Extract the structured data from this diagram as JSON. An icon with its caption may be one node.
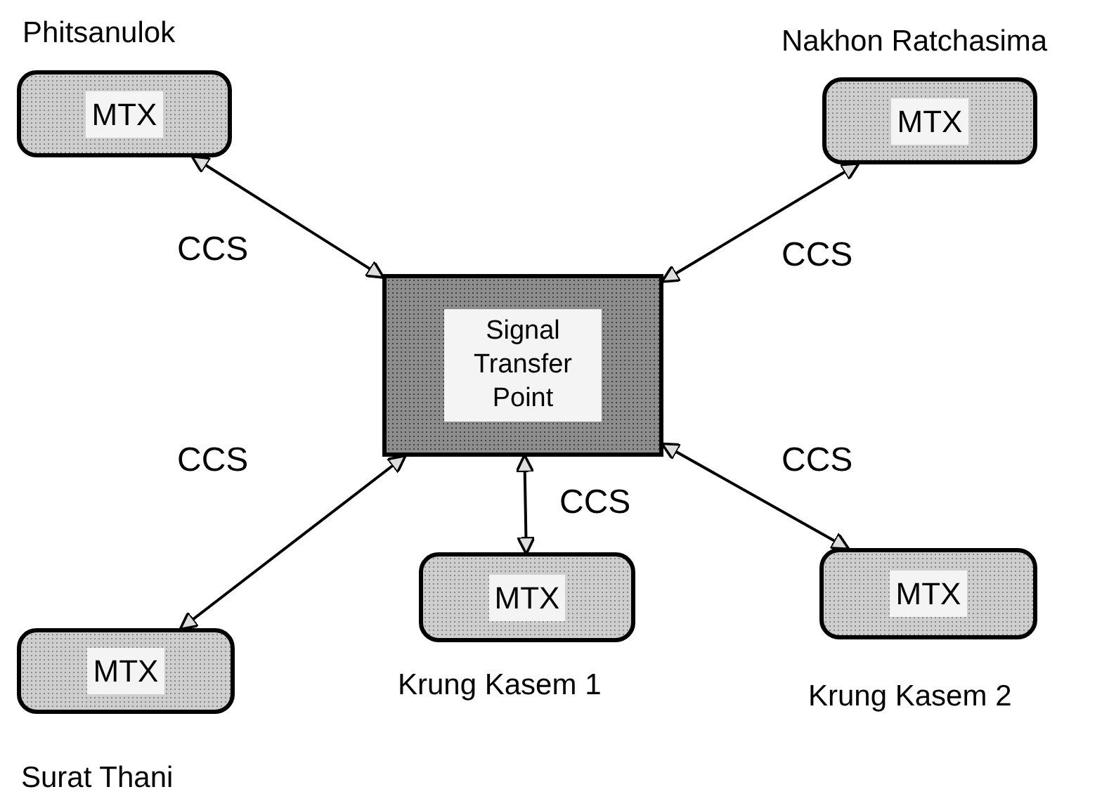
{
  "diagram": {
    "nodes": [
      {
        "text": [
          "MTX"
        ],
        "beside": [
          "Phitsanulok"
        ]
      },
      {
        "text": [
          "MTX"
        ],
        "beside": [
          "Nakhon Ratchasima"
        ]
      },
      {
        "text": [
          "Signal Transfer Point"
        ]
      },
      {
        "text": [
          "MTX"
        ],
        "beside": [
          "Krung Kasem 1"
        ]
      },
      {
        "text": [
          "MTX"
        ],
        "beside": [
          "Krung Kasem 2"
        ]
      },
      {
        "text": [
          "MTX"
        ],
        "beside": [
          "Surat Thani"
        ]
      }
    ],
    "edges": [
      {
        "from": 0,
        "to": 2,
        "arrow": "both",
        "label": "CCS"
      },
      {
        "from": 1,
        "to": 2,
        "arrow": "both",
        "label": "CCS"
      },
      {
        "from": 5,
        "to": 2,
        "arrow": "both",
        "label": "CCS"
      },
      {
        "from": 3,
        "to": 2,
        "arrow": "both",
        "label": "CCS"
      },
      {
        "from": 4,
        "to": 2,
        "arrow": "both",
        "label": "CCS"
      }
    ]
  }
}
